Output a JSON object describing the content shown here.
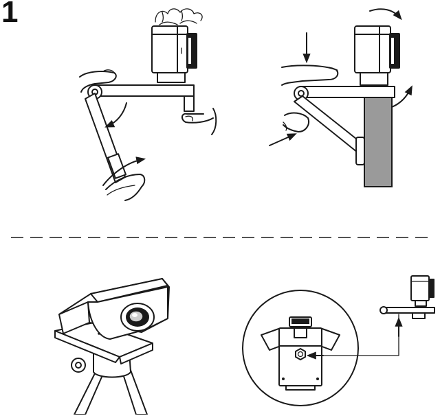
{
  "step": {
    "number": "1"
  },
  "colors": {
    "ink": "#1a1a1a",
    "background": "#ffffff",
    "monitor_edge": "#9a9a9a"
  },
  "panels": [
    {
      "id": "fold-clip",
      "icons": [
        "webcam-icon",
        "hand-pinch-icon",
        "rotate-arrow-icon"
      ]
    },
    {
      "id": "mount-on-monitor",
      "icons": [
        "webcam-icon",
        "press-down-arrow-icon",
        "push-arrow-icon",
        "rotate-arrow-icon"
      ]
    },
    {
      "id": "tripod-mount",
      "icons": [
        "webcam-icon",
        "tripod-icon"
      ]
    },
    {
      "id": "tripod-thread-detail",
      "icons": [
        "magnifier-circle-icon",
        "screw-thread-icon",
        "pointer-arrow-icon"
      ]
    }
  ]
}
